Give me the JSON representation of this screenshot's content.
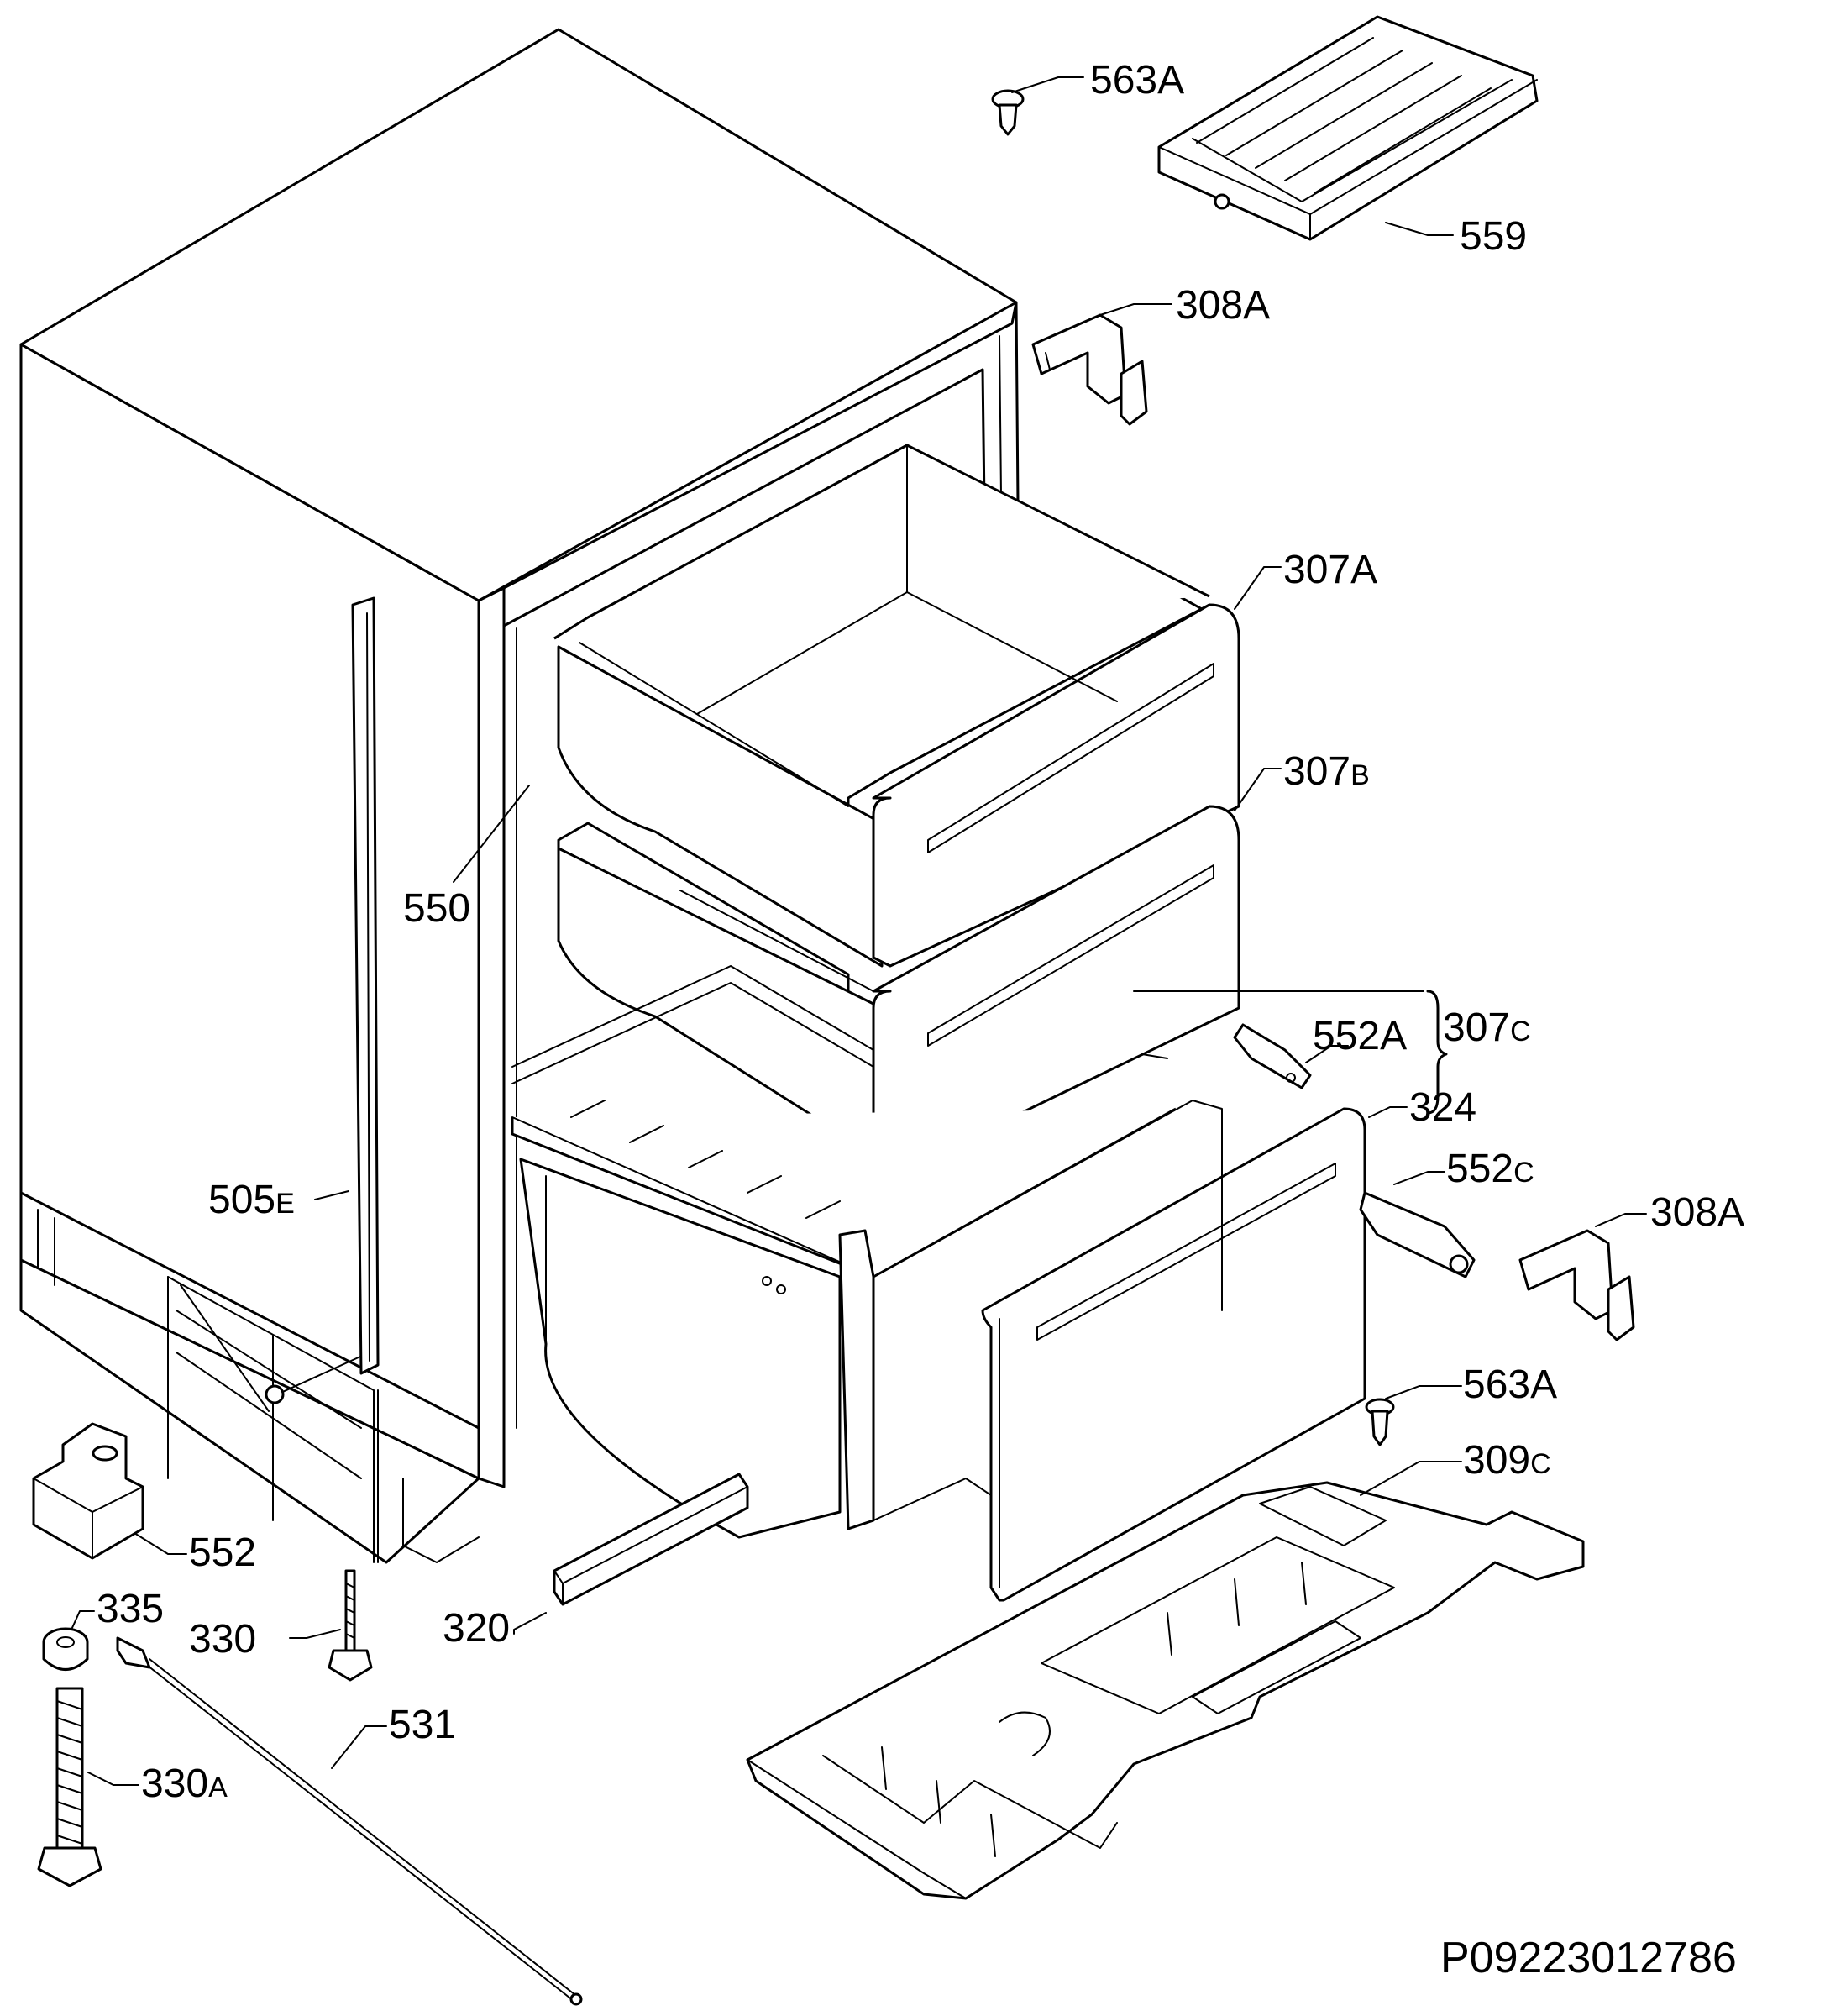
{
  "diagram": {
    "code": "P09223012786",
    "labels": [
      {
        "id": "563a-top",
        "main": "563",
        "suffix": "A"
      },
      {
        "id": "559",
        "main": "559",
        "suffix": ""
      },
      {
        "id": "308a-top",
        "main": "308",
        "suffix": "A"
      },
      {
        "id": "307a",
        "main": "307",
        "suffix": "A"
      },
      {
        "id": "307b",
        "main": "307",
        "suffix": "B"
      },
      {
        "id": "550",
        "main": "550",
        "suffix": ""
      },
      {
        "id": "552a",
        "main": "552",
        "suffix": "A"
      },
      {
        "id": "307c",
        "main": "307",
        "suffix": "C"
      },
      {
        "id": "324",
        "main": "324",
        "suffix": ""
      },
      {
        "id": "552c",
        "main": "552",
        "suffix": "C"
      },
      {
        "id": "308a-right",
        "main": "308",
        "suffix": "A"
      },
      {
        "id": "505e",
        "main": "505",
        "suffix": "E"
      },
      {
        "id": "563a-bottom",
        "main": "563",
        "suffix": "A"
      },
      {
        "id": "309c",
        "main": "309",
        "suffix": "C"
      },
      {
        "id": "552",
        "main": "552",
        "suffix": ""
      },
      {
        "id": "335",
        "main": "335",
        "suffix": ""
      },
      {
        "id": "330",
        "main": "330",
        "suffix": ""
      },
      {
        "id": "320",
        "main": "320",
        "suffix": ""
      },
      {
        "id": "531",
        "main": "531",
        "suffix": ""
      },
      {
        "id": "330a",
        "main": "330",
        "suffix": "A"
      }
    ]
  }
}
